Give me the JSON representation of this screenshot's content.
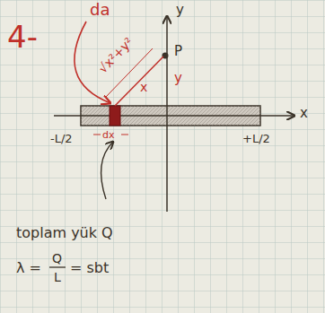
{
  "diagram": {
    "labels": [
      "4-",
      "da",
      "√x²+y²",
      "x",
      "y",
      "P",
      "y",
      "x",
      "-L/2",
      "+L/2",
      "dx",
      "toplam yük Q",
      "λ =",
      "Q",
      "L",
      "= sbt"
    ]
  }
}
